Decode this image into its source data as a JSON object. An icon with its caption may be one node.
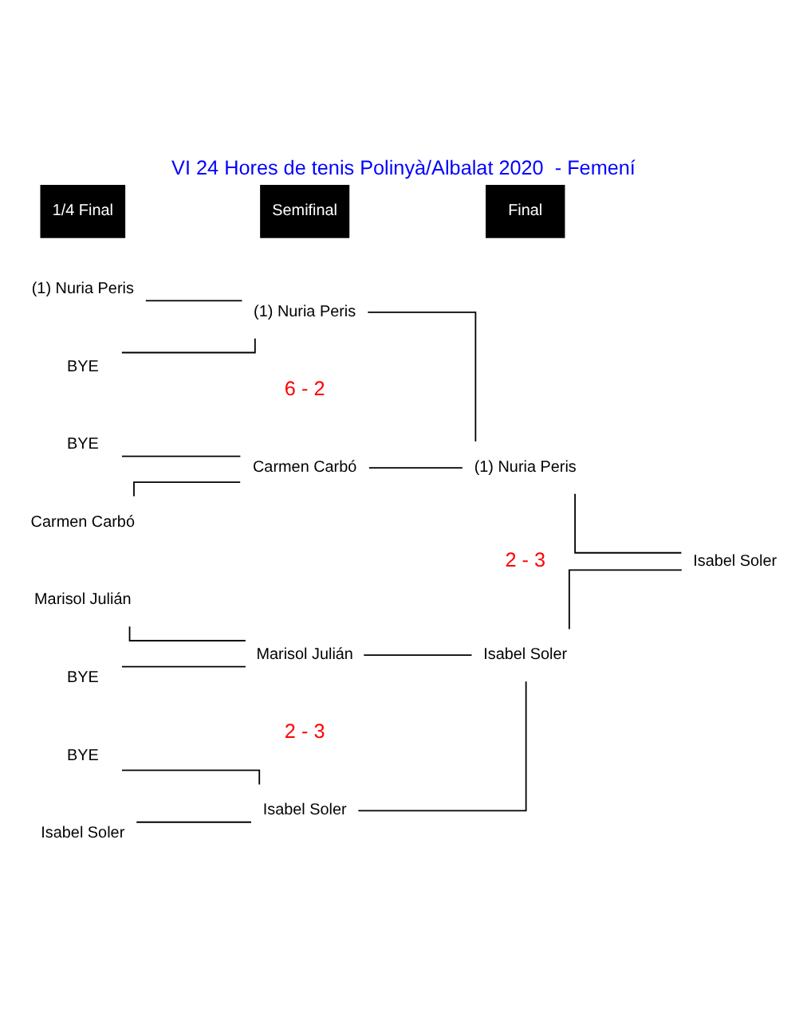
{
  "diagram": {
    "title": "VI 24 Hores de tenis Polinyà/Albalat 2020  - Femení",
    "nodes": [
      {
        "text": [
          "(1) Nuria Peris"
        ]
      },
      {
        "text": [
          "BYE"
        ]
      },
      {
        "text": [
          "BYE"
        ]
      },
      {
        "text": [
          "Carmen Carbó"
        ]
      },
      {
        "text": [
          "Marisol Julián"
        ]
      },
      {
        "text": [
          "BYE"
        ]
      },
      {
        "text": [
          "BYE"
        ]
      },
      {
        "text": [
          "Isabel Soler"
        ]
      },
      {
        "text": [
          "(1) Nuria Peris"
        ]
      },
      {
        "text": [
          "Carmen Carbó"
        ]
      },
      {
        "text": [
          "Marisol Julián"
        ]
      },
      {
        "text": [
          "Isabel Soler"
        ]
      },
      {
        "text": [
          "(1) Nuria Peris"
        ]
      },
      {
        "text": [
          "Isabel Soler"
        ]
      },
      {
        "text": [
          "Isabel Soler"
        ]
      }
    ],
    "edges": [
      {
        "from": 0,
        "to": 8,
        "arrow": "none"
      },
      {
        "from": 1,
        "to": 8,
        "arrow": "none"
      },
      {
        "from": 2,
        "to": 9,
        "arrow": "none"
      },
      {
        "from": 3,
        "to": 9,
        "arrow": "none"
      },
      {
        "from": 4,
        "to": 10,
        "arrow": "none"
      },
      {
        "from": 5,
        "to": 10,
        "arrow": "none"
      },
      {
        "from": 6,
        "to": 11,
        "arrow": "none"
      },
      {
        "from": 7,
        "to": 11,
        "arrow": "none"
      },
      {
        "from": 8,
        "to": 12,
        "arrow": "none"
      },
      {
        "from": 9,
        "to": 12,
        "arrow": "none"
      },
      {
        "from": 10,
        "to": 13,
        "arrow": "none"
      },
      {
        "from": 11,
        "to": 13,
        "arrow": "none"
      },
      {
        "from": 12,
        "to": 14,
        "arrow": "none"
      },
      {
        "from": 13,
        "to": 14,
        "arrow": "none"
      }
    ],
    "labels": [
      "1/4 Final",
      "Semifinal",
      "Final",
      "6 - 2",
      "2 - 3",
      "2 - 3"
    ]
  }
}
